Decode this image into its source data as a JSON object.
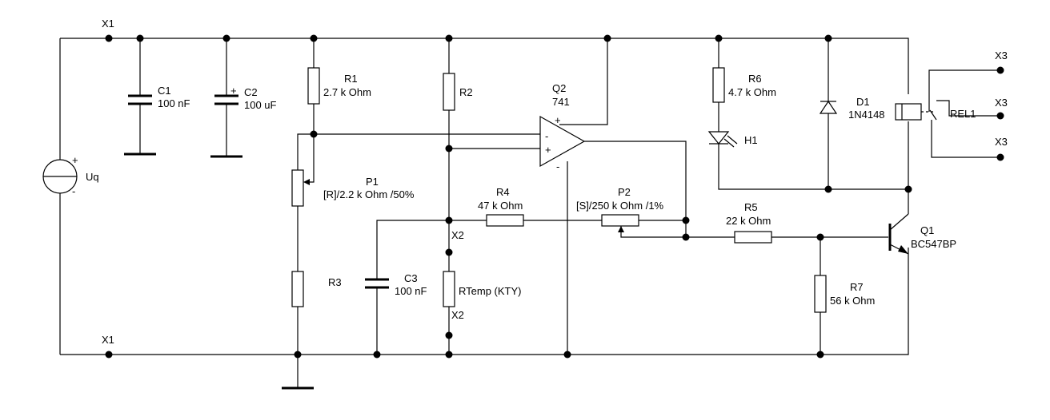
{
  "colors": {
    "wire": "#000000",
    "background": "#ffffff"
  },
  "terminals": {
    "x1_top": "X1",
    "x1_bottom": "X1",
    "x2_top": "X2",
    "x2_bottom": "X2",
    "x3_a": "X3",
    "x3_b": "X3",
    "x3_c": "X3"
  },
  "components": {
    "uq": {
      "name": "Uq",
      "plus": "+",
      "minus": "-"
    },
    "c1": {
      "name": "C1",
      "value": "100 nF"
    },
    "c2": {
      "name": "C2",
      "value": "100 uF",
      "polarity": "+"
    },
    "r1": {
      "name": "R1",
      "value": "2.7 k Ohm"
    },
    "r2": {
      "name": "R2"
    },
    "r3": {
      "name": "R3"
    },
    "p1": {
      "name": "P1",
      "value": "[R]/2.2 k Ohm /50%"
    },
    "q2": {
      "name": "Q2",
      "value": "741",
      "vplus": "+",
      "vminus": "-",
      "in_minus": "-",
      "in_plus": "+"
    },
    "r4": {
      "name": "R4",
      "value": "47 k Ohm"
    },
    "p2": {
      "name": "P2",
      "value": "[S]/250 k Ohm /1%"
    },
    "c3": {
      "name": "C3",
      "value": "100 nF"
    },
    "rtemp": {
      "name": "RTemp (KTY)"
    },
    "r6": {
      "name": "R6",
      "value": "4.7 k Ohm"
    },
    "h1": {
      "name": "H1"
    },
    "d1": {
      "name": "D1",
      "value": "1N4148"
    },
    "rel1": {
      "name": "REL1"
    },
    "r5": {
      "name": "R5",
      "value": "22 k Ohm"
    },
    "q1": {
      "name": "Q1",
      "value": "BC547BP"
    },
    "r7": {
      "name": "R7",
      "value": "56 k Ohm"
    }
  }
}
